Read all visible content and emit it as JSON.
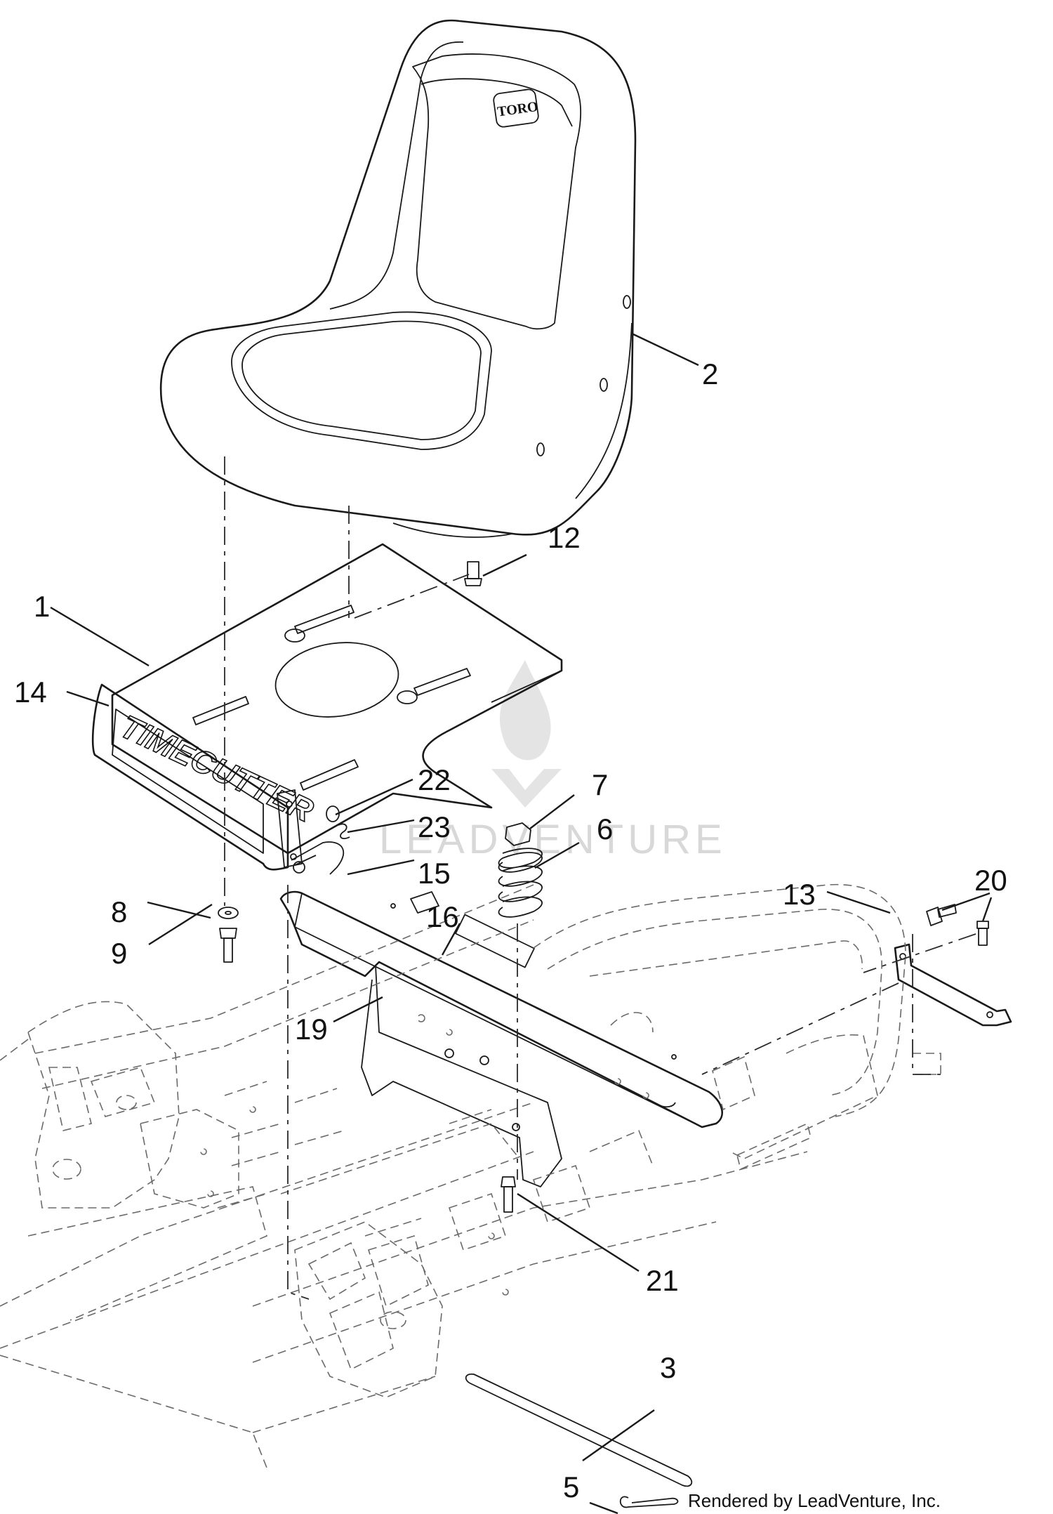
{
  "diagram": {
    "callouts": [
      "1",
      "2",
      "3",
      "5",
      "6",
      "7",
      "8",
      "9",
      "12",
      "13",
      "14",
      "15",
      "16",
      "19",
      "20",
      "21",
      "22",
      "23"
    ],
    "seat_logo": "TORO",
    "bracket_brand": "TIMECUTTER",
    "watermark": "LEADVENTURE",
    "credit": "Rendered by LeadVenture, Inc."
  }
}
